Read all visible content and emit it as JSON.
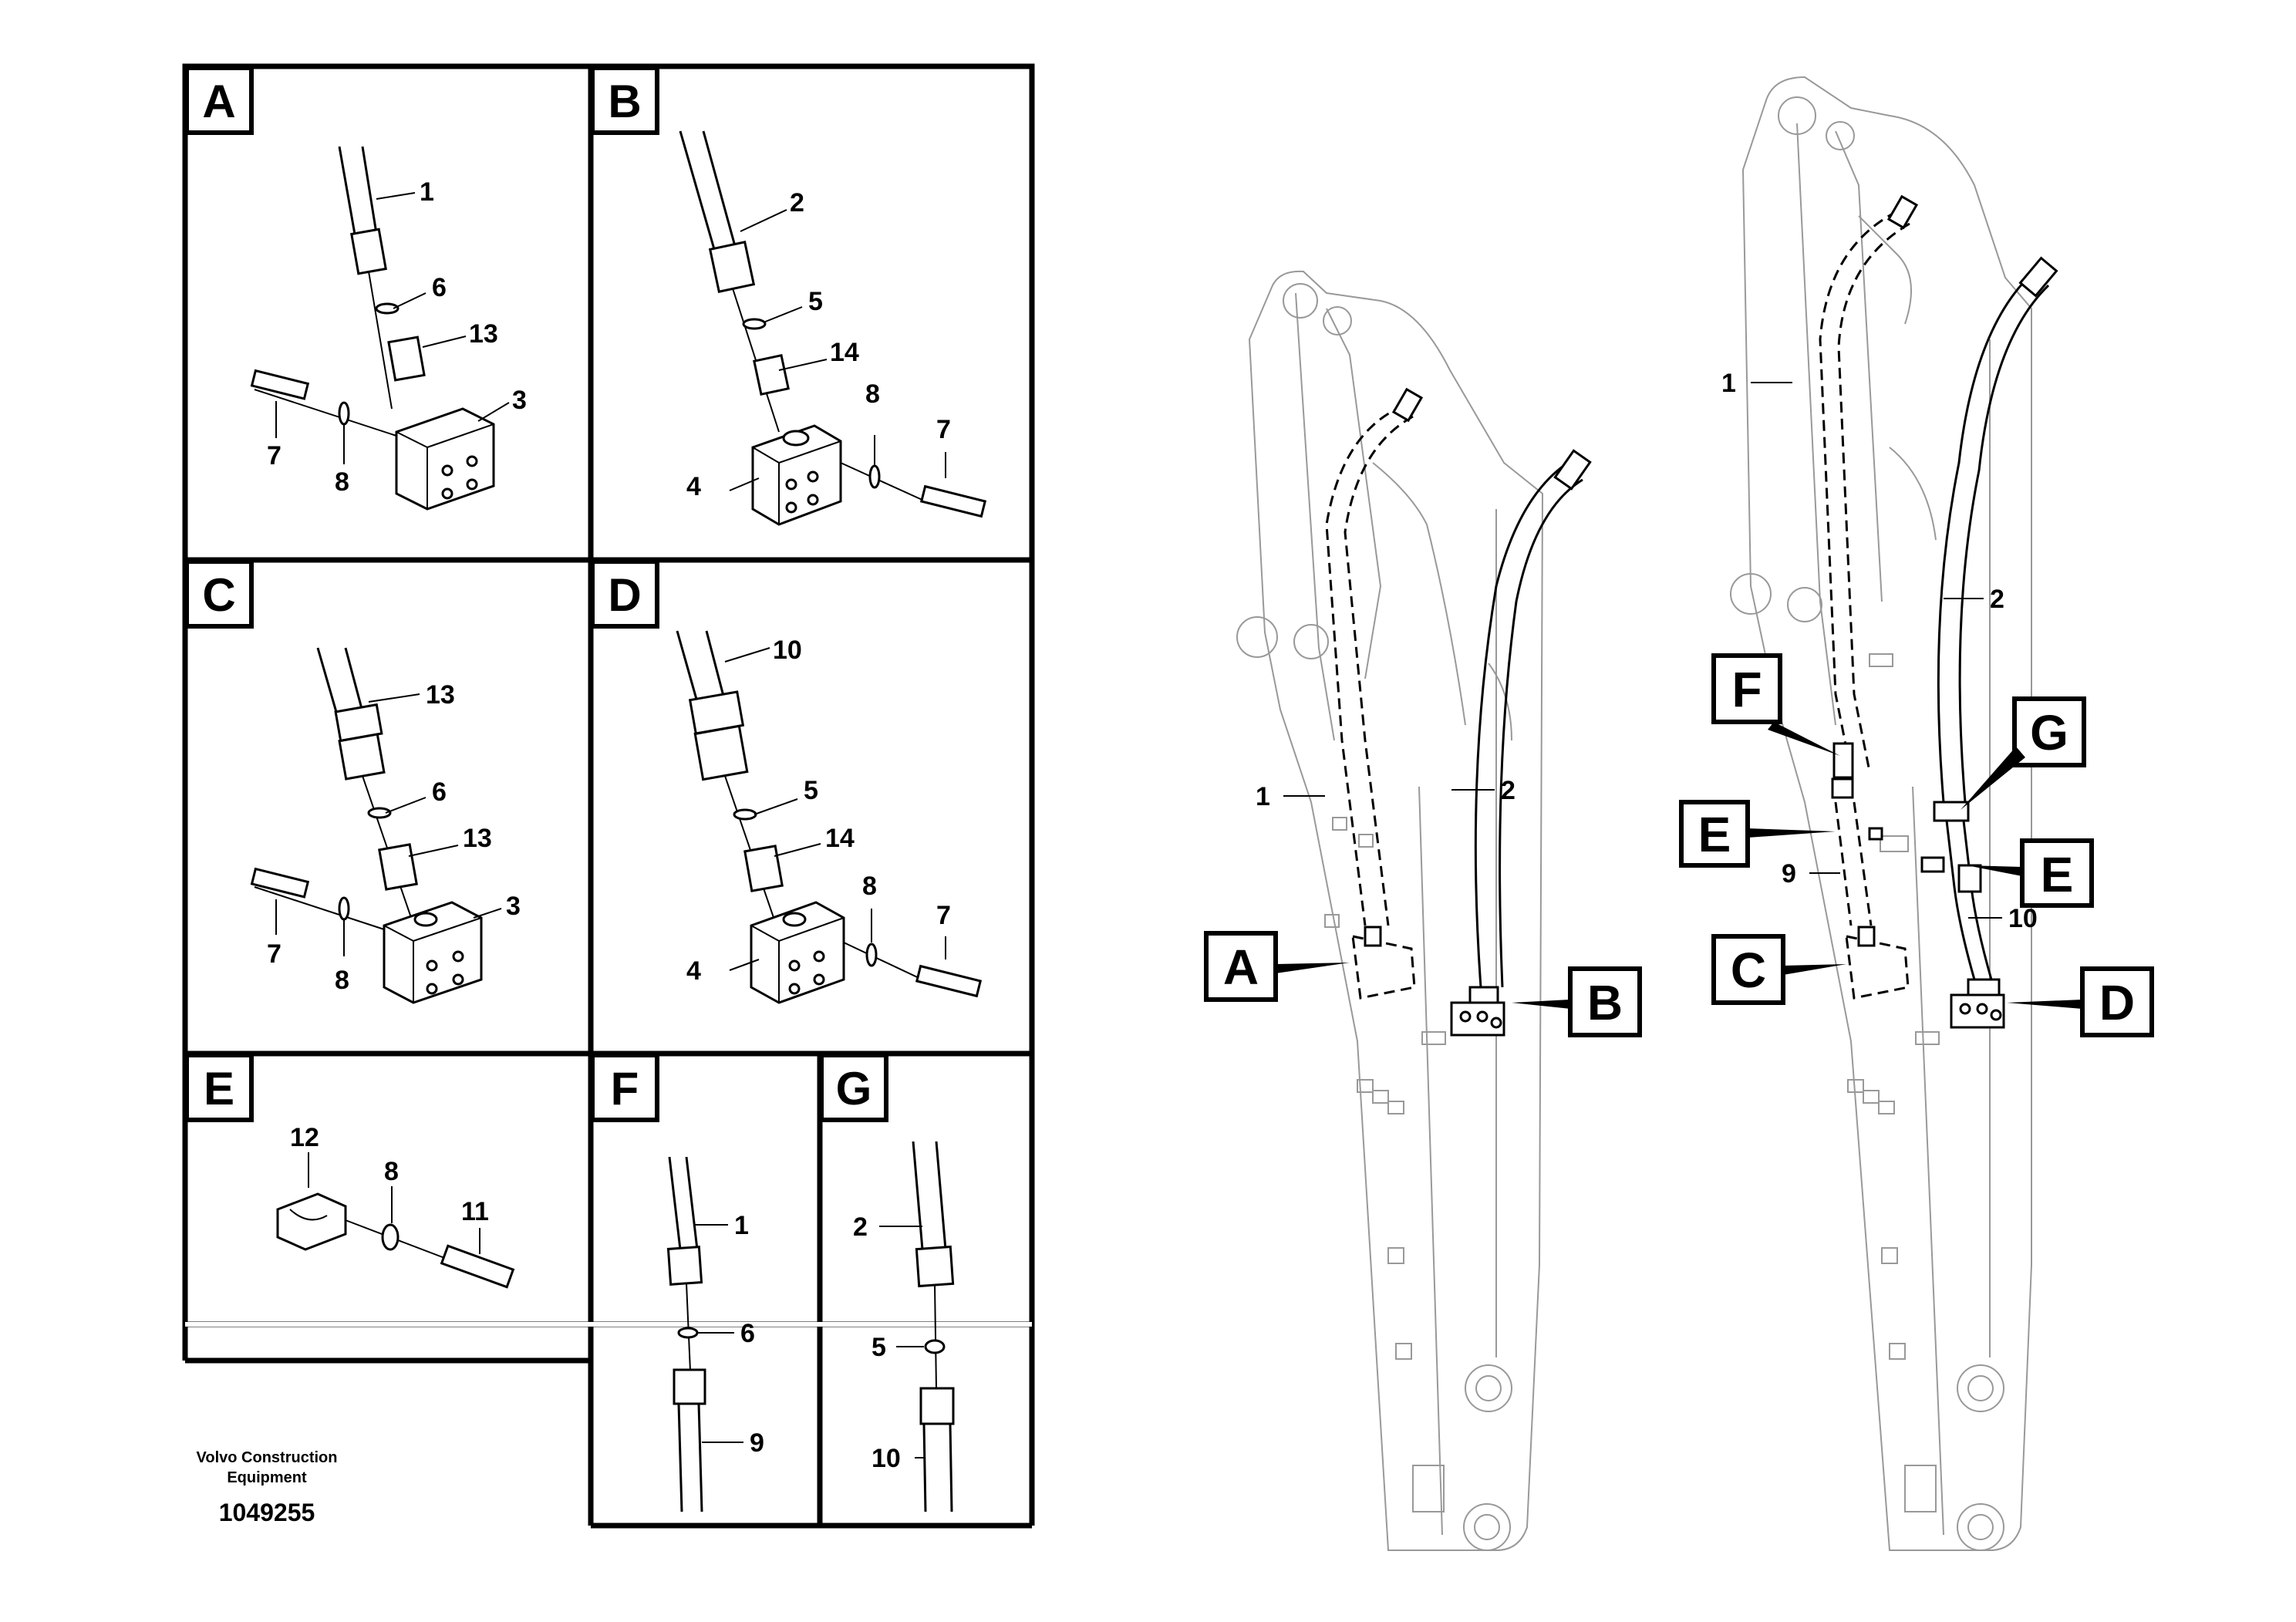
{
  "panels": {
    "A": {
      "letter": "A",
      "callouts": [
        "1",
        "6",
        "13",
        "3",
        "7",
        "8"
      ]
    },
    "B": {
      "letter": "B",
      "callouts": [
        "2",
        "5",
        "14",
        "8",
        "7",
        "4"
      ]
    },
    "C": {
      "letter": "C",
      "callouts": [
        "13",
        "6",
        "13",
        "3",
        "7",
        "8"
      ]
    },
    "D": {
      "letter": "D",
      "callouts": [
        "10",
        "5",
        "14",
        "8",
        "7",
        "4"
      ]
    },
    "E": {
      "letter": "E",
      "callouts": [
        "12",
        "8",
        "11"
      ]
    },
    "F": {
      "letter": "F",
      "callouts": [
        "1",
        "6",
        "9"
      ]
    },
    "G": {
      "letter": "G",
      "callouts": [
        "2",
        "5",
        "10"
      ]
    }
  },
  "boom_left": {
    "callouts": [
      "1",
      "2"
    ],
    "detail_labels": [
      "A",
      "B"
    ]
  },
  "boom_right": {
    "callouts": [
      "1",
      "2",
      "9",
      "10"
    ],
    "detail_labels": [
      "F",
      "G",
      "E",
      "E",
      "C",
      "D"
    ]
  },
  "footer": {
    "company_line1": "Volvo Construction",
    "company_line2": "Equipment",
    "drawing_number": "1049255"
  }
}
